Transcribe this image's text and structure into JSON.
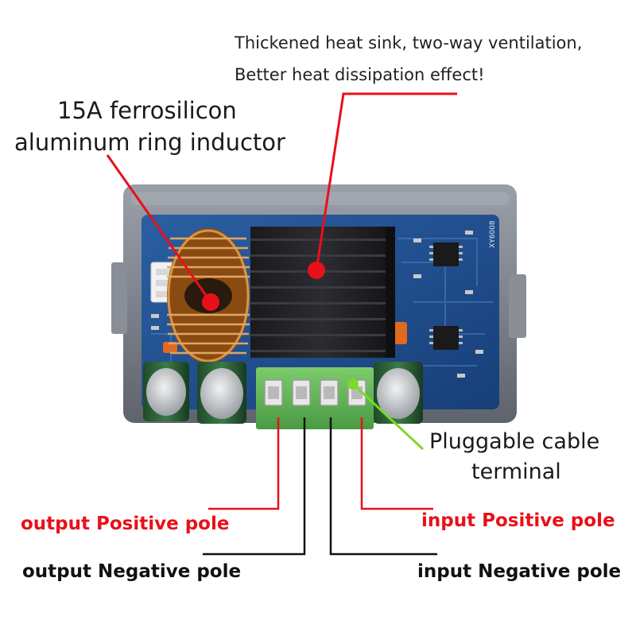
{
  "callouts": {
    "heatsink": {
      "line1": "Thickened heat sink, two-way ventilation,",
      "line2": "Better heat dissipation effect!"
    },
    "inductor": {
      "line1": "15A ferrosilicon",
      "line2": "aluminum ring inductor"
    },
    "terminal": {
      "line1": "Pluggable cable",
      "line2": "terminal"
    }
  },
  "wiring": {
    "output_positive": "output Positive pole",
    "output_negative": "output Negative pole",
    "input_positive": "input Positive pole",
    "input_negative": "input Negative pole"
  },
  "board_marking": "XY6008",
  "colors": {
    "red_callout": "#e8101a",
    "green_callout": "#7ad92a",
    "black_wire": "#111111",
    "pcb_blue": "#1f4f8f",
    "terminal_green": "#5fae55",
    "copper": "#c07a2e"
  }
}
